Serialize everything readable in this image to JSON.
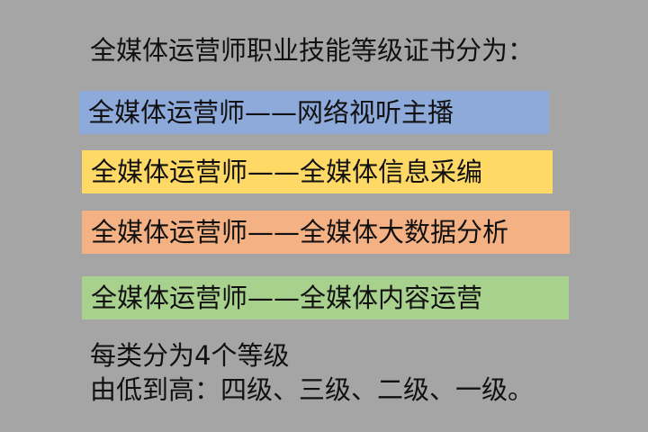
{
  "slide": {
    "background": "#a5a5a5",
    "title": "全媒体运营师职业技能等级证书分为：",
    "categories": [
      {
        "label": "全媒体运营师——网络视听主播",
        "color": "#8eaadb"
      },
      {
        "label": "全媒体运营师——全媒体信息采编",
        "color": "#ffd966"
      },
      {
        "label": "全媒体运营师——全媒体大数据分析",
        "color": "#f4b183"
      },
      {
        "label": "全媒体运营师——全媒体内容运营",
        "color": "#a9d18e"
      }
    ],
    "footer": {
      "line1": "每类分为4个等级",
      "line2": "由低到高：四级、三级、二级、一级。"
    }
  }
}
